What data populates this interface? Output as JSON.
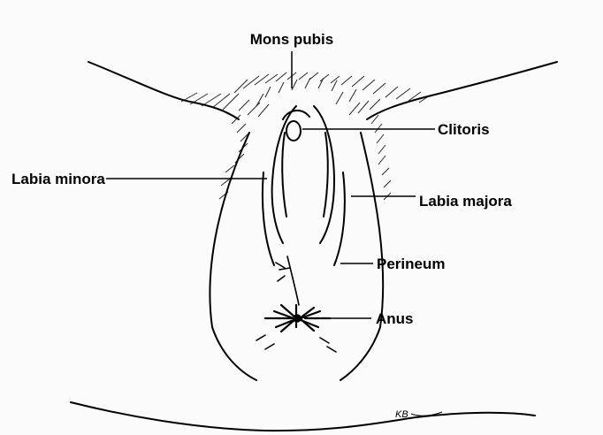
{
  "labels": {
    "mons_pubis": "Mons pubis",
    "clitoris": "Clitoris",
    "labia_minora": "Labia minora",
    "labia_majora": "Labia majora",
    "perineum": "Perineum",
    "anus": "Anus"
  },
  "signature": "KB"
}
